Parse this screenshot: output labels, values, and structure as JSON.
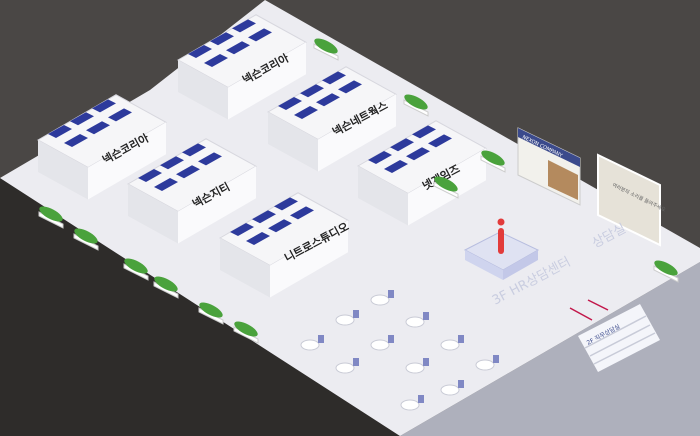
{
  "rooms": [
    {
      "label": "넥슨코리아"
    },
    {
      "label": "넥슨코리아"
    },
    {
      "label": "넥슨네트웍스"
    },
    {
      "label": "넥슨지티"
    },
    {
      "label": "넷게임즈"
    },
    {
      "label": "니트로스튜디오"
    }
  ],
  "company_board": {
    "title": "NEXON COMPANY"
  },
  "poster": {
    "text": "여러분의 소리를 들려주세요"
  },
  "lounge": {
    "label": "3F HR상담센터"
  },
  "room_sign": {
    "label": "상담실"
  },
  "stairs": {
    "label": "2F 직무상담실"
  },
  "colors": {
    "background": "#4a4745",
    "floor": "#ececf1",
    "lower_floor": "#aeb0bc",
    "seat": "#2d3a9c",
    "accent": "#e23b3b"
  }
}
